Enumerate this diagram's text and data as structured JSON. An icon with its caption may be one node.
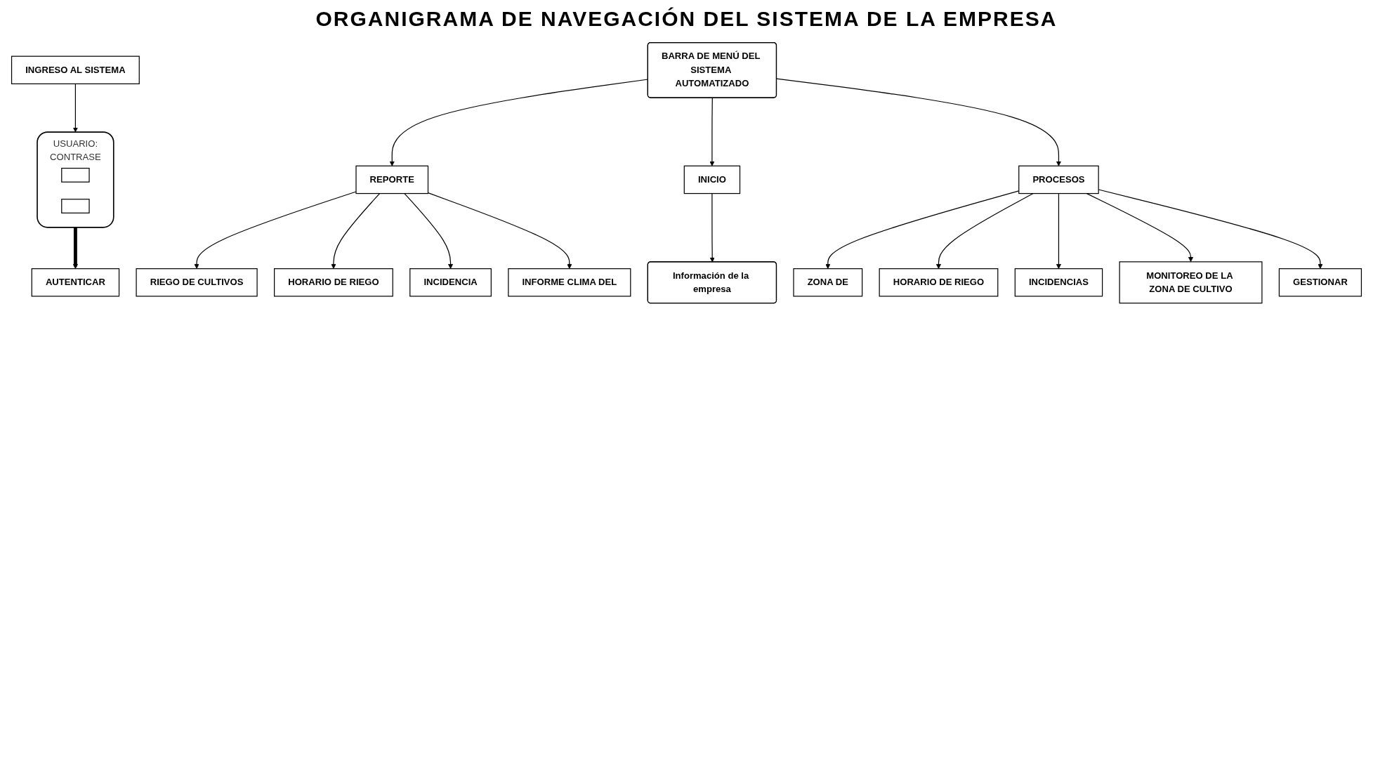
{
  "diagram": {
    "title": "ORGANIGRAMA DE NAVEGACIÓN DEL SISTEMA DE LA EMPRESA",
    "nodes": [
      {
        "text": [
          "INGRESO AL SISTEMA"
        ]
      },
      {
        "text": [
          "USUARIO:",
          "CONTRASE"
        ]
      },
      {
        "text": [],
        "shape": "box",
        "in": 1
      },
      {
        "text": [],
        "shape": "box",
        "in": 1
      },
      {
        "text": [
          "AUTENTICAR"
        ]
      },
      {
        "text": [
          "BARRA DE MENÚ DEL SISTEMA AUTOMATIZADO"
        ]
      },
      {
        "text": [
          "INICIO"
        ]
      },
      {
        "text": [
          "Información de la empresa"
        ]
      },
      {
        "text": [
          "PROCESOS"
        ]
      },
      {
        "text": [
          "ZONA DE"
        ]
      },
      {
        "text": [
          "HORARIO DE RIEGO"
        ]
      },
      {
        "text": [
          "INCIDENCIAS"
        ]
      },
      {
        "text": [
          "MONITOREO DE LA ZONA DE CULTIVO"
        ]
      },
      {
        "text": [
          "GESTIONAR"
        ]
      },
      {
        "text": [
          "REPORTE"
        ]
      },
      {
        "text": [
          "RIEGO DE CULTIVOS"
        ]
      },
      {
        "text": [
          "HORARIO DE RIEGO"
        ]
      },
      {
        "text": [
          "INCIDENCIA"
        ]
      },
      {
        "text": [
          "INFORME CLIMA DEL"
        ]
      }
    ],
    "edges": [
      {
        "from": 0,
        "to": 1,
        "arrow": "to"
      },
      {
        "from": 1,
        "to": 4,
        "arrow": "to",
        "style": "thick"
      },
      {
        "from": 5,
        "to": 14,
        "arrow": "to"
      },
      {
        "from": 5,
        "to": 6,
        "arrow": "to"
      },
      {
        "from": 5,
        "to": 8,
        "arrow": "to"
      },
      {
        "from": 6,
        "to": 7,
        "arrow": "to"
      },
      {
        "from": 8,
        "to": 9,
        "arrow": "to"
      },
      {
        "from": 8,
        "to": 10,
        "arrow": "to"
      },
      {
        "from": 8,
        "to": 11,
        "arrow": "to"
      },
      {
        "from": 8,
        "to": 12,
        "arrow": "to"
      },
      {
        "from": 8,
        "to": 13,
        "arrow": "to"
      },
      {
        "from": 14,
        "to": 15,
        "arrow": "to"
      },
      {
        "from": 14,
        "to": 16,
        "arrow": "to"
      },
      {
        "from": 14,
        "to": 17,
        "arrow": "to"
      },
      {
        "from": 14,
        "to": 18,
        "arrow": "to"
      }
    ]
  }
}
